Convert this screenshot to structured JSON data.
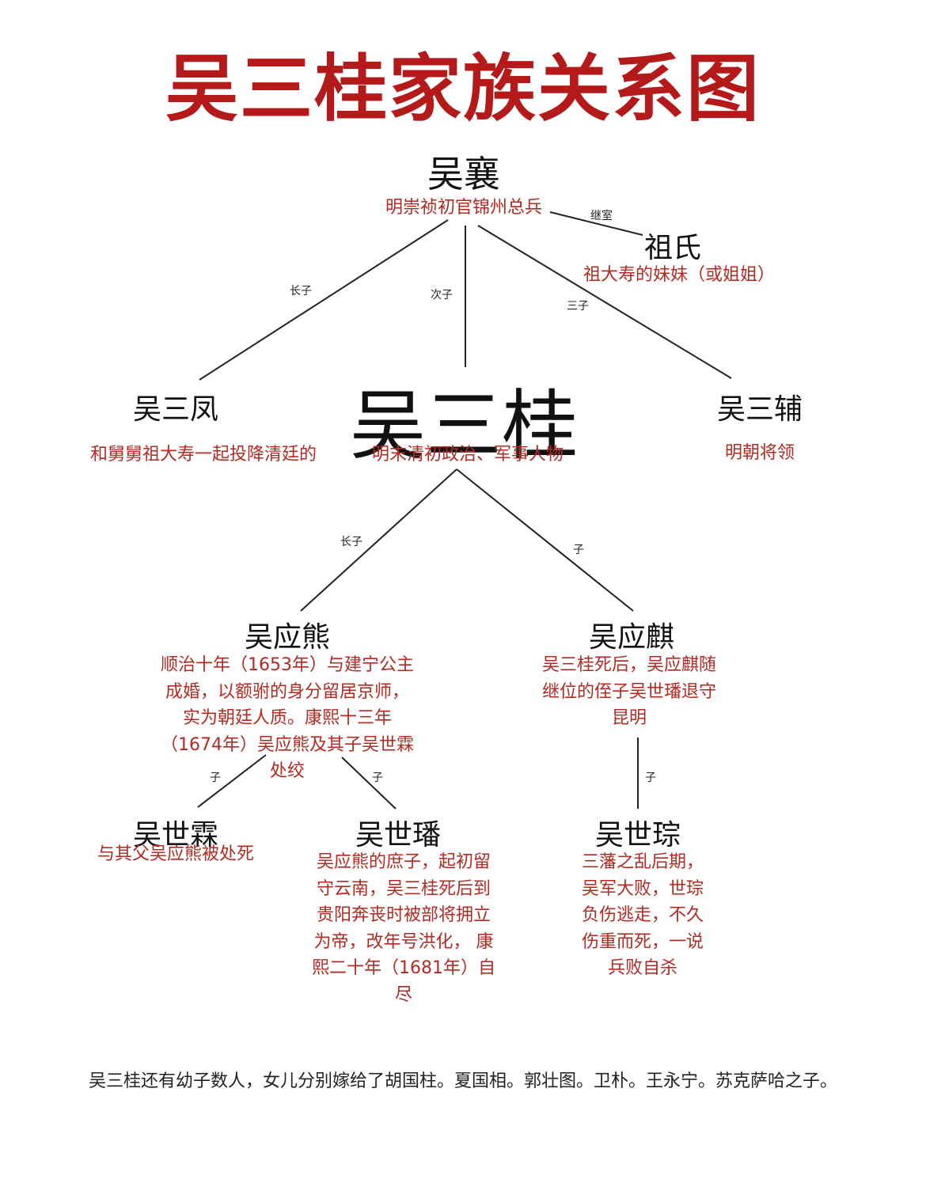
{
  "title": "吴三桂家族关系图",
  "colors": {
    "title": "#b51a1a",
    "desc": "#b22a22",
    "name": "#111111",
    "line": "#222222"
  },
  "people": {
    "wu_xiang": {
      "name": "吴襄",
      "desc": "明崇祯初官锦州总兵"
    },
    "zu_shi": {
      "name": "祖氏",
      "desc": "祖大寿的妹妹（或姐姐）"
    },
    "wu_sanfeng": {
      "name": "吴三凤",
      "desc": "和舅舅祖大寿一起投降清廷的"
    },
    "wu_sangui": {
      "name": "吴三桂",
      "desc": "明末清初政治、军事人物"
    },
    "wu_sanfu": {
      "name": "吴三辅",
      "desc": "明朝将领"
    },
    "wu_yingxiong": {
      "name": "吴应熊",
      "desc_lines": [
        "顺治十年（1653年）与建宁公主",
        "成婚，以额驸的身分留居京师，",
        "实为朝廷人质。康熙十三年",
        "（1674年）吴应熊及其子吴世霖",
        "处绞"
      ]
    },
    "wu_yingqi": {
      "name": "吴应麒",
      "desc_lines": [
        "吴三桂死后，吴应麒随",
        "继位的侄子吴世璠退守",
        "昆明"
      ]
    },
    "wu_shilin": {
      "name": "吴世霖",
      "desc": "与其父吴应熊被处死"
    },
    "wu_shifan": {
      "name": "吴世璠",
      "desc_lines": [
        "吴应熊的庶子，起初留",
        "守云南，吴三桂死后到",
        "贵阳奔丧时被部将拥立",
        "为帝，改年号洪化，  康",
        "熙二十年（1681年）自",
        "尽"
      ]
    },
    "wu_shicong": {
      "name": "吴世琮",
      "desc_lines": [
        "三藩之乱后期，",
        "吴军大败，世琮",
        "负伤逃走，不久",
        "伤重而死，一说",
        "兵败自杀"
      ]
    }
  },
  "relations": {
    "spouse": "继室",
    "eldest_son_1": "长子",
    "second_son": "次子",
    "third_son": "三子",
    "eldest_son_2": "长子",
    "son_yingqi": "子",
    "son_shilin": "子",
    "son_shifan": "子",
    "son_shicong": "子"
  },
  "footer": "吴三桂还有幼子数人，女儿分别嫁给了胡国柱。夏国相。郭壮图。卫朴。王永宁。苏克萨哈之子。"
}
